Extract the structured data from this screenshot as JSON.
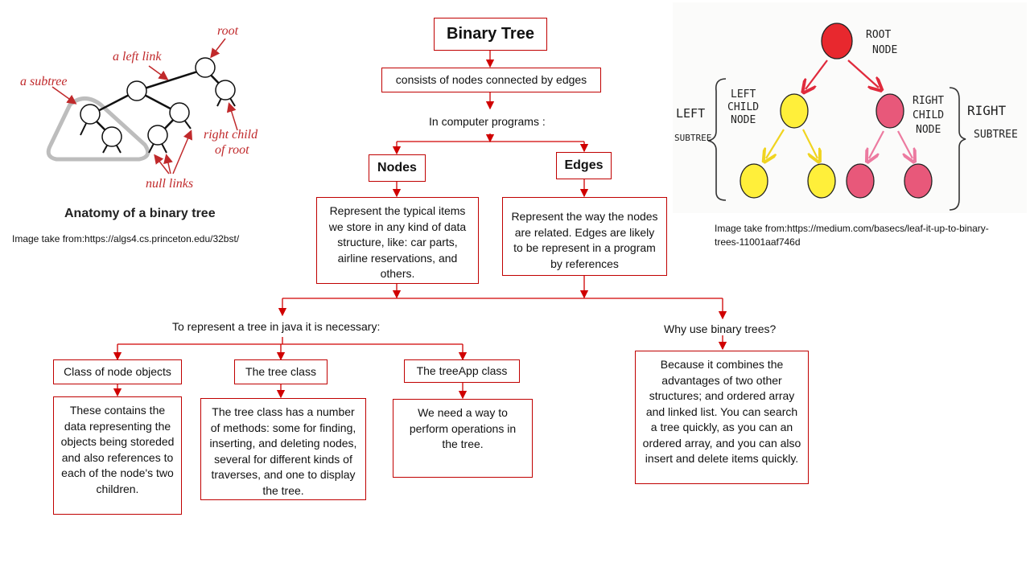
{
  "diagram": {
    "title": "Binary Tree",
    "definition": "consists of nodes connected by edges",
    "in_programs": "In computer  programs :",
    "nodes": {
      "label": "Nodes",
      "description": "Represent the typical items we store in any kind of data structure, like: car parts, airline reservations, and others."
    },
    "edges": {
      "label": "Edges",
      "description": "Represent the way the nodes are related. Edges are likely to be represent in a program by references"
    },
    "java_heading": "To represent a tree  in java it is necessary:",
    "why_heading": "Why use binary trees?",
    "why_text": "Because it combines the advantages of two  other structures; and ordered  array and linked list. You can search a tree quickly, as you can an ordered array, and you can also insert and delete items quickly.",
    "classes": [
      {
        "label": "Class of node objects",
        "description": "These contains the data representing the objects being storeded and also references to each of the node's two children."
      },
      {
        "label": "The tree class",
        "description": "The tree class has a number of methods:  some for finding, inserting, and deleting nodes,  several for different kinds of traverses, and one to display the tree."
      },
      {
        "label": "The treeApp  class",
        "description": "We need  a way to perform  operations in the tree."
      }
    ]
  },
  "left_image": {
    "labels": {
      "root": "root",
      "left_link": "a left link",
      "subtree": "a subtree",
      "right_child": "right child",
      "of_root": "of root",
      "null_links": "null links"
    },
    "title": "Anatomy of a binary tree",
    "caption": "Image take from:https://algs4.cs.princeton.edu/32bst/"
  },
  "right_image": {
    "labels": {
      "root_node_1": "ROOT",
      "root_node_2": "NODE",
      "left_child_1": "LEFT",
      "left_child_2": "CHILD",
      "left_child_3": "NODE",
      "right_child_1": "RIGHT",
      "right_child_2": "CHILD",
      "right_child_3": "NODE",
      "left_subtree_1": "LEFT",
      "left_subtree_2": "SUBTREE",
      "right_subtree_1": "RIGHT",
      "right_subtree_2": "SUBTREE"
    },
    "caption_line1": "Image take from:https://medium.com/basecs/leaf-it-up-to-binary-",
    "caption_line2": "trees-11001aaf746d"
  },
  "colors": {
    "accent": "#c00000",
    "yellow_node": "#ffef3a",
    "pink_node": "#e8587a",
    "root_node": "#e8282e"
  }
}
